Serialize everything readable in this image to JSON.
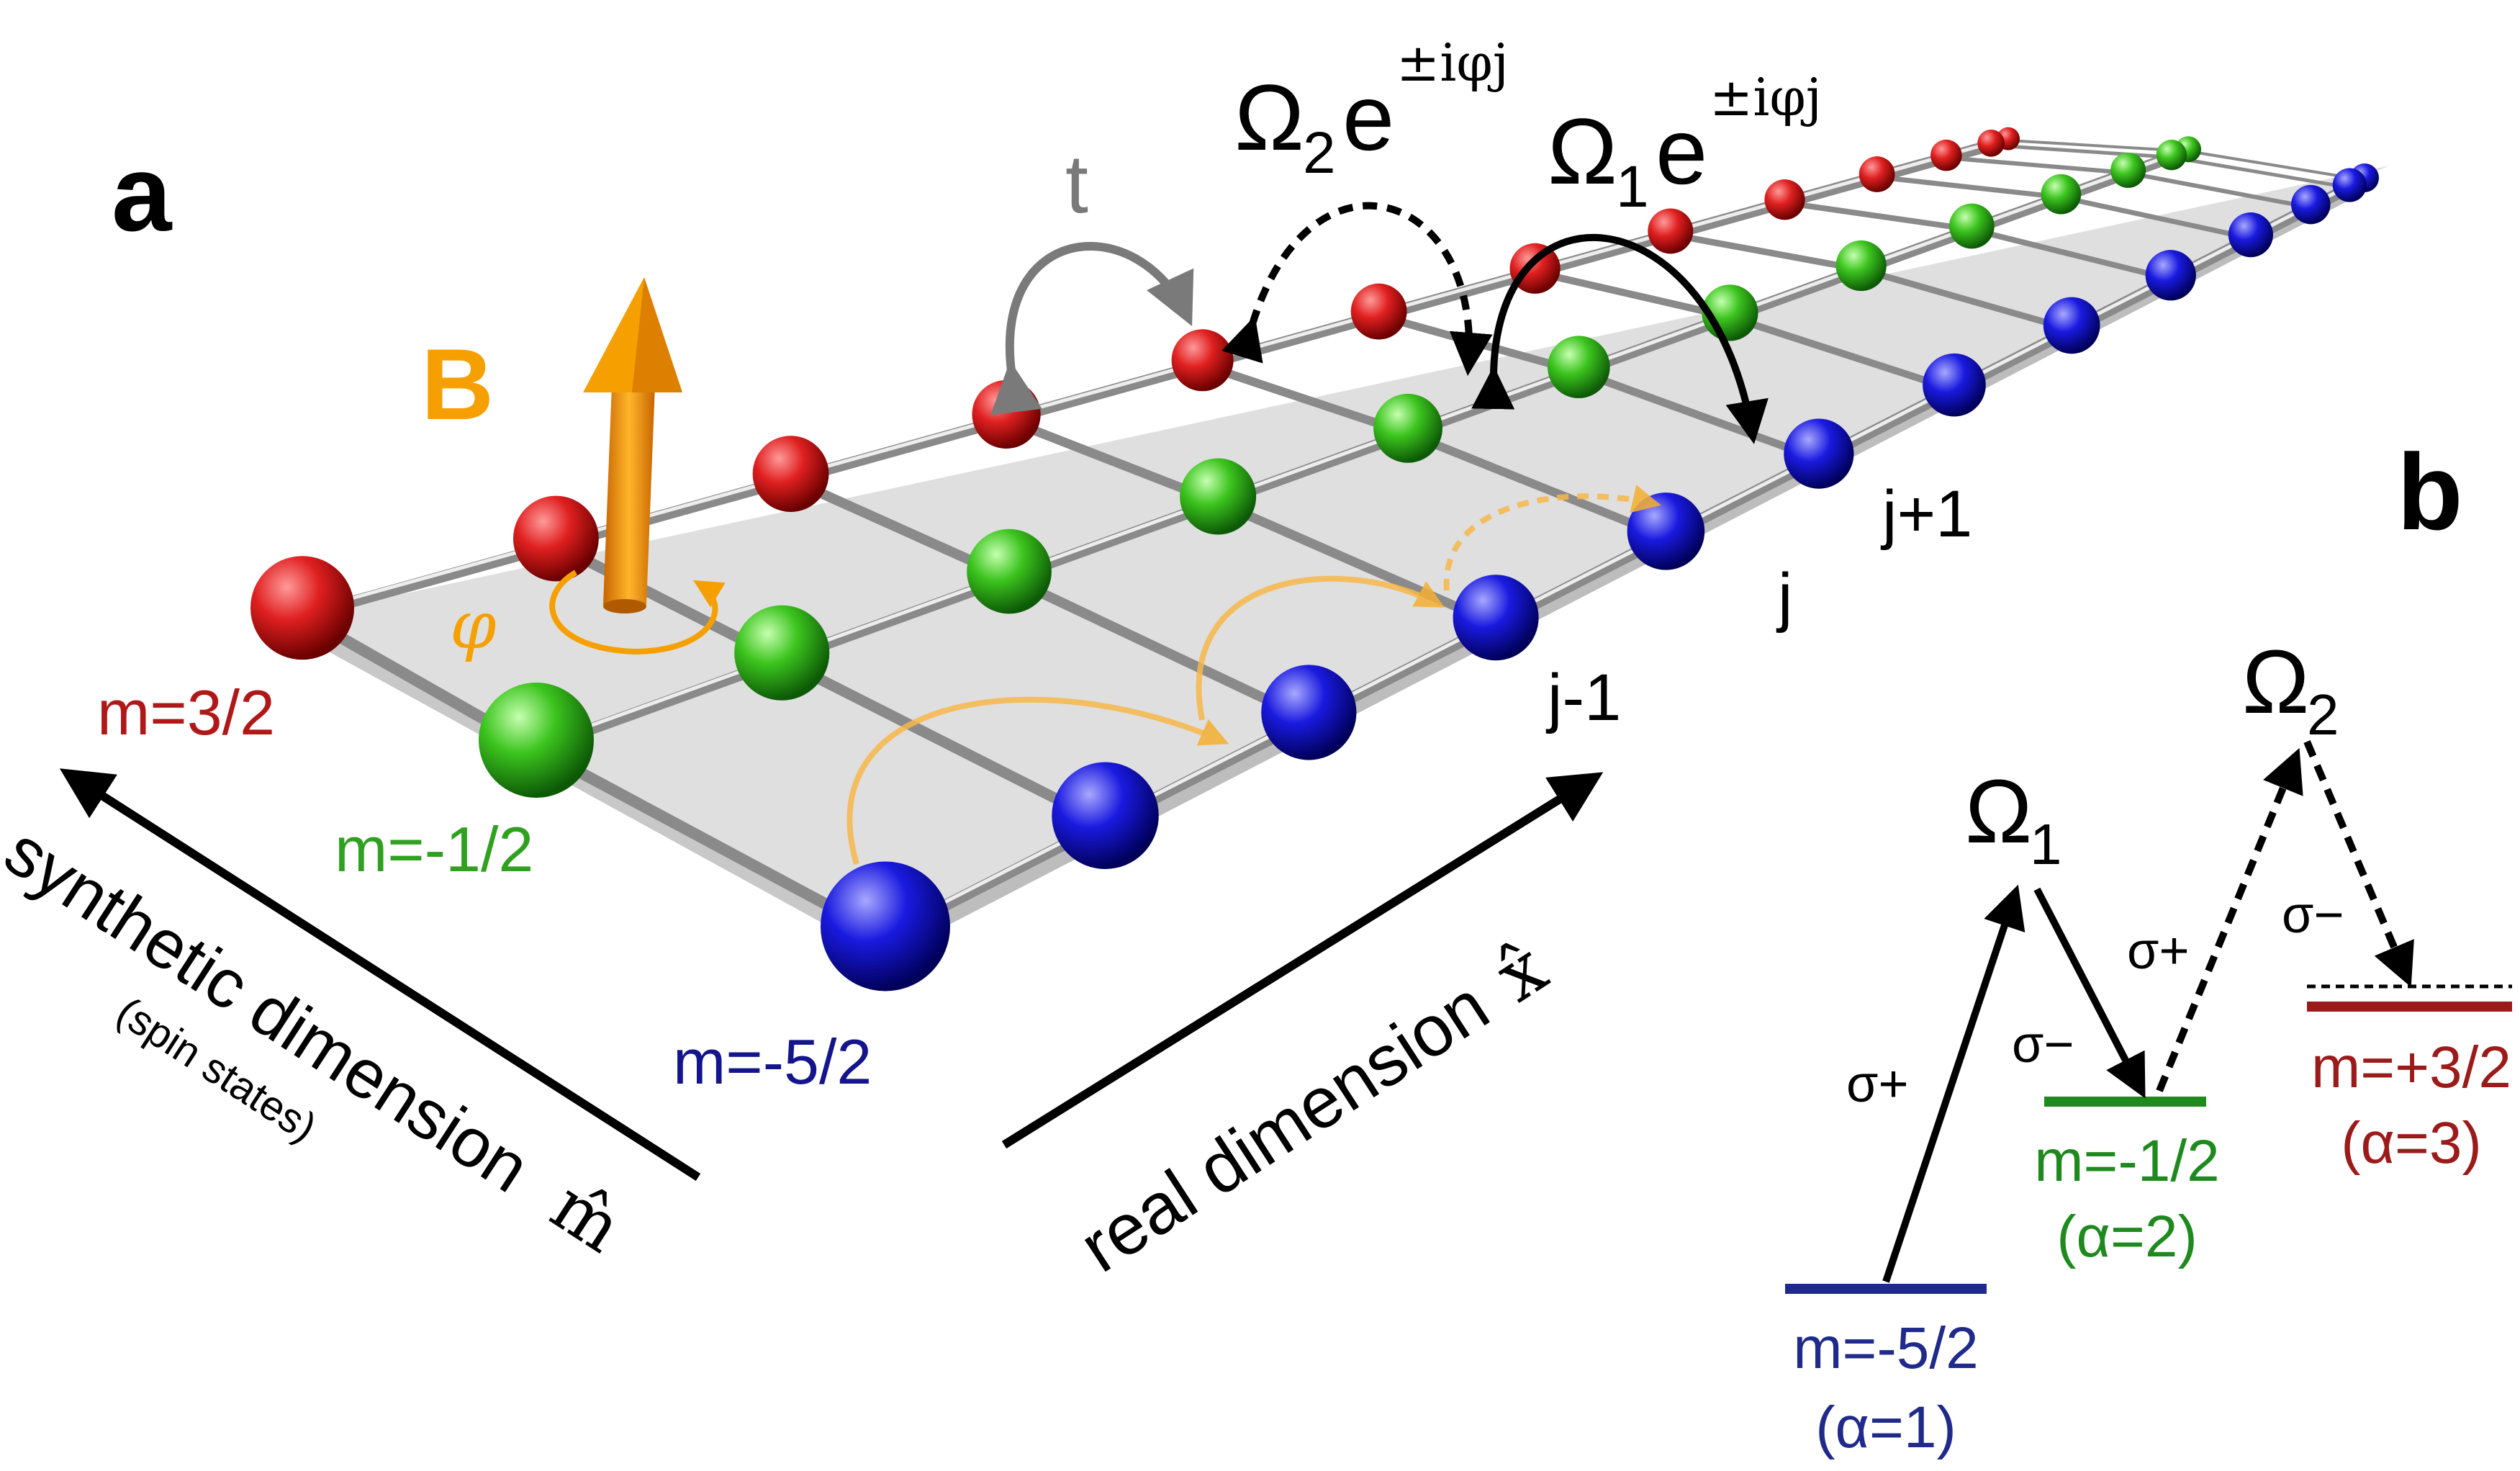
{
  "panel_a": {
    "label": "a",
    "field_label": "B",
    "rotation_symbol": "φ",
    "hop_label": "t",
    "omega1": {
      "base": "Ω",
      "sub": "1",
      "e": "e",
      "exp": "±iφj"
    },
    "omega2": {
      "base": "Ω",
      "sub": "2",
      "e": "e",
      "exp": "±iφj"
    },
    "site_labels": {
      "jm1": "j-1",
      "j": "j",
      "jp1": "j+1"
    },
    "spin_labels": {
      "top": "m=3/2",
      "mid": "m=-1/2",
      "bot": "m=-5/2"
    },
    "axis_synthetic": {
      "line1": "synthetic dimension",
      "hat": "m̂",
      "line2": "(spin states)"
    },
    "axis_real": {
      "text": "real dimension",
      "hat": "x̂"
    }
  },
  "panel_b": {
    "label": "b",
    "omega1": {
      "base": "Ω",
      "sub": "1"
    },
    "omega2": {
      "base": "Ω",
      "sub": "2"
    },
    "sigma_plus": "σ+",
    "sigma_minus": "σ−",
    "levels": [
      {
        "m": "m=-5/2",
        "alpha": "(α=1)"
      },
      {
        "m": "m=-1/2",
        "alpha": "(α=2)"
      },
      {
        "m": "m=+3/2",
        "alpha": "(α=3)"
      }
    ]
  },
  "colors": {
    "red": "#cc1f1f",
    "green": "#2fae1f",
    "blue": "#1414b4",
    "orange": "#f5a000",
    "gray": "#7a7a7a",
    "level_blue": "#1f2a8a",
    "level_green": "#1e8a1e",
    "level_red": "#9b1b1b"
  }
}
